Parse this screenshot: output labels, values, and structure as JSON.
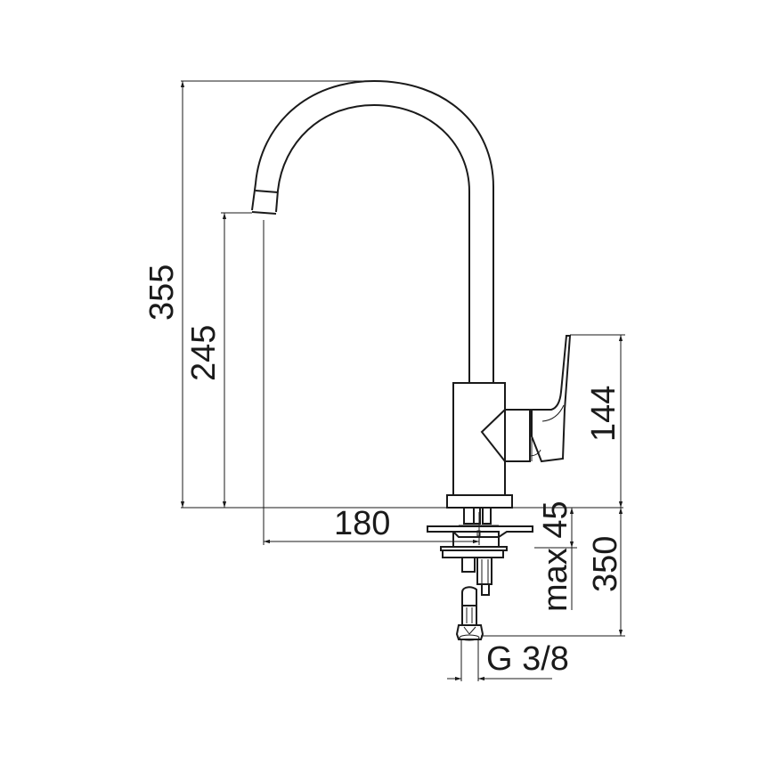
{
  "drawing": {
    "subject": "Single-lever kitchen sink mixer with swivel spout",
    "line_color": "#1a1a1a",
    "background": "#ffffff"
  },
  "dimensions": {
    "total_height": "355",
    "spout_outlet_height": "245",
    "spout_reach": "180",
    "lever_height": "144",
    "max_deck_thickness": "max 45",
    "hose_length": "350",
    "connection_thread": "G 3/8"
  }
}
